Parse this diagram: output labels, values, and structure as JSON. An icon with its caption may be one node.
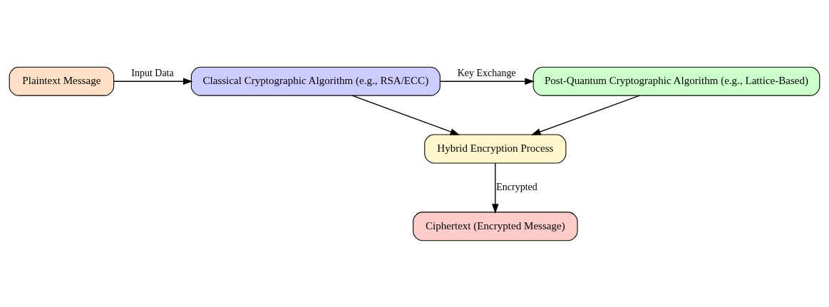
{
  "diagram": {
    "nodes": [
      {
        "text": [
          "Plaintext Message"
        ]
      },
      {
        "text": [
          "Classical Cryptographic Algorithm (e.g., RSA/ECC)"
        ]
      },
      {
        "text": [
          "Post-Quantum Cryptographic Algorithm (e.g., Lattice-Based)"
        ]
      },
      {
        "text": [
          "Hybrid Encryption Process"
        ]
      },
      {
        "text": [
          "Ciphertext (Encrypted Message)"
        ]
      }
    ],
    "edges": [
      {
        "from": 0,
        "to": 1,
        "arrow": "to",
        "label": "Input Data"
      },
      {
        "from": 1,
        "to": 2,
        "arrow": "to",
        "label": "Key Exchange"
      },
      {
        "from": 1,
        "to": 3,
        "arrow": "to"
      },
      {
        "from": 2,
        "to": 3,
        "arrow": "to"
      },
      {
        "from": 3,
        "to": 4,
        "arrow": "to",
        "label": "Encrypted"
      }
    ]
  }
}
